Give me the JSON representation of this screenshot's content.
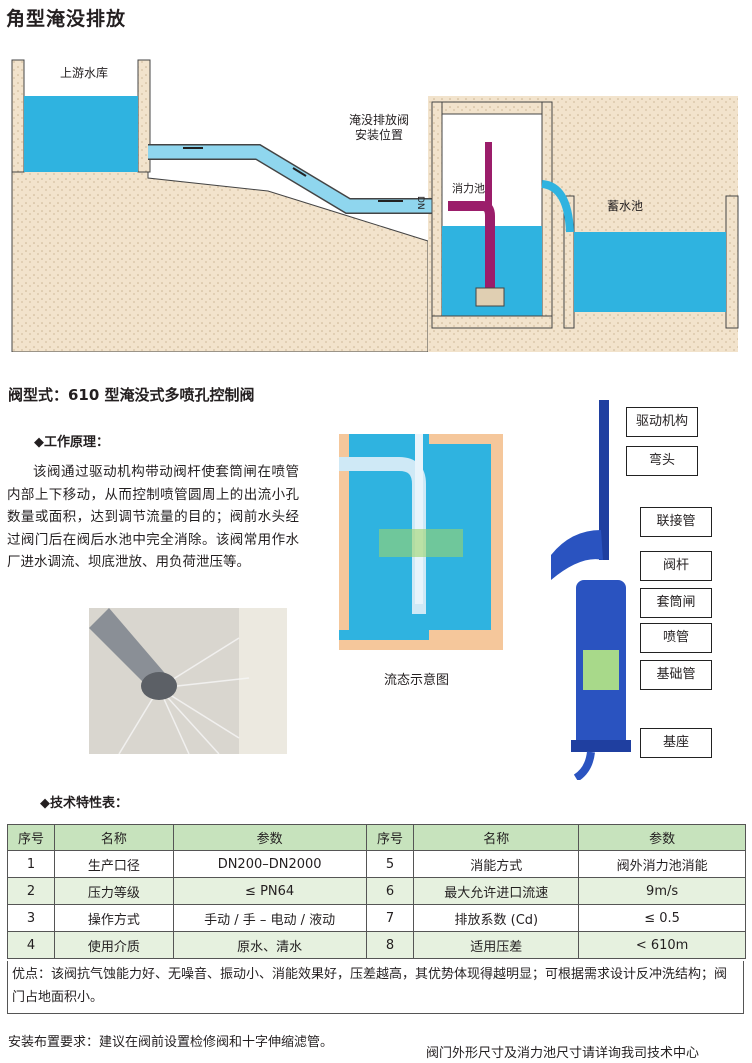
{
  "title": "角型淹没排放",
  "diagram": {
    "upstream_label": "上游水库",
    "valve_location_label": [
      "淹没排放阀",
      "安装位置"
    ],
    "dissipation_pool_label": "消力池",
    "storage_pool_label": "蓄水池",
    "dn_label": "DN"
  },
  "valve_type": "阀型式：610 型淹没式多喷孔控制阀",
  "principle": {
    "heading": "◆工作原理：",
    "text": "该阀通过驱动机构带动阀杆使套筒闸在喷管内部上下移动，从而控制喷管圆周上的出流小孔数量或面积，达到调节流量的目的；阀前水头经过阀门后在阀后水池中完全消除。该阀常用作水厂进水调流、坝底泄放、用负荷泄压等。"
  },
  "flow_caption": "流态示意图",
  "parts": [
    "驱动机构",
    "弯头",
    "联接管",
    "阀杆",
    "套筒闸",
    "喷管",
    "基础管",
    "基座"
  ],
  "spec_heading": "◆技术特性表：",
  "table": {
    "headers": [
      "序号",
      "名称",
      "参数",
      "序号",
      "名称",
      "参数"
    ],
    "rows": [
      [
        "1",
        "生产口径",
        "DN200–DN2000",
        "5",
        "消能方式",
        "阀外消力池消能"
      ],
      [
        "2",
        "压力等级",
        "≤ PN64",
        "6",
        "最大允许进口流速",
        "9m/s"
      ],
      [
        "3",
        "操作方式",
        "手动 / 手 – 电动 / 液动",
        "7",
        "排放系数 (Cd)",
        "≤ 0.5"
      ],
      [
        "4",
        "使用介质",
        "原水、清水",
        "8",
        "适用压差",
        "< 610m"
      ]
    ],
    "advantages": "优点：该阀抗气蚀能力好、无噪音、振动小、消能效果好，压差越高，其优势体现得越明显；可根据需求设计反冲洗结构；阀门占地面积小。"
  },
  "install_note": "安装布置要求：建议在阀前设置检修阀和十字伸缩滤管。",
  "bottom_note": "阀门外形尺寸及消力池尺寸请详询我司技术中心",
  "colors": {
    "water": "#2fb3e0",
    "sand": "#f2e3cc",
    "valve": "#1f3fa0",
    "header_green": "#c7e3bd",
    "row_green": "#e6f1df",
    "purple": "#9b1d6a"
  }
}
